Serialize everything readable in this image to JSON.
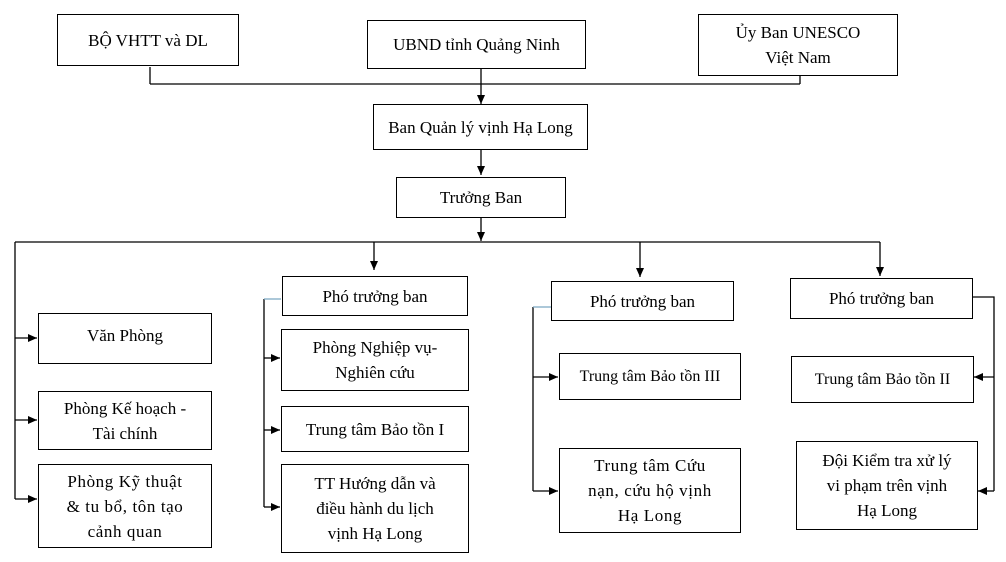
{
  "colors": {
    "line": "#000000",
    "accent_line": "#7aa6c2"
  },
  "nodes": {
    "bvhttdl": "BỘ VHTT và DL",
    "ubnd": "UBND tỉnh Quảng Ninh",
    "unesco": "Ủy Ban UNESCO\nViệt Nam",
    "ban_ql": "Ban Quản lý vịnh Hạ Long",
    "truong_ban": "Trưởng Ban",
    "pho1": "Phó trưởng ban",
    "pho2": "Phó trưởng ban",
    "pho3": "Phó trưởng ban",
    "van_phong": "Văn Phòng",
    "ke_hoach": "Phòng Kế hoạch -\nTài chính",
    "ky_thuat": "Phòng Kỹ thuật\n& tu bổ, tôn tạo\ncảnh quan",
    "nghiep_vu": "Phòng Nghiệp vụ-\nNghiên cứu",
    "bao_ton_1": "Trung tâm Bảo tồn I",
    "huong_dan": "TT Hướng dẫn và\nđiều hành du lịch\nvịnh Hạ Long",
    "bao_ton_3": "Trung tâm Bảo tồn III",
    "cuu_nan": "Trung tâm Cứu\nnạn, cứu hộ vịnh\nHạ Long",
    "bao_ton_2": "Trung tâm Bảo tồn II",
    "kiem_tra": "Đội Kiểm tra xử lý\nvi phạm trên vịnh\nHạ Long"
  }
}
